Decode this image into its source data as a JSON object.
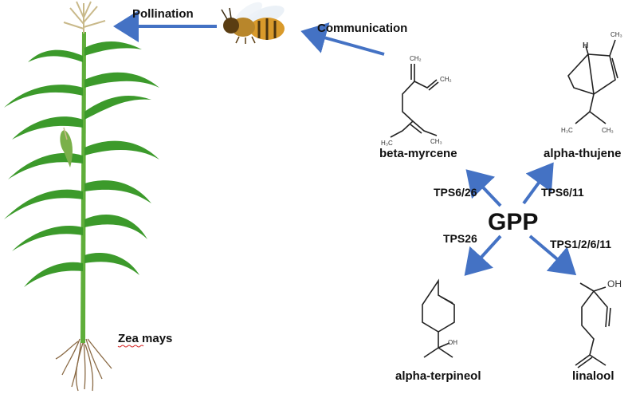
{
  "labels": {
    "pollination": "Pollination",
    "communication": "Communication",
    "zea_mays": "Zea mays",
    "gpp": "GPP",
    "beta_myrcene": "beta-myrcene",
    "alpha_thujene": "alpha-thujene",
    "alpha_terpineol": "alpha-terpineol",
    "linalool": "linalool"
  },
  "enzymes": {
    "to_beta_myrcene": "TPS6/26",
    "to_alpha_thujene": "TPS6/11",
    "to_alpha_terpineol": "TPS26",
    "to_linalool": "TPS1/2/6/11"
  },
  "atoms": {
    "ch2_a": "CH₂",
    "ch2_b": "CH₂",
    "h3c_myrcene": "H₃C",
    "ch3_myrcene": "CH₃",
    "ch3_thujene": "CH₃",
    "h_thujene": "H",
    "h3c_thujene": "H₃C",
    "ch3_thujene_b": "CH₃",
    "oh_terpineol": "OH",
    "oh_linalool": "OH"
  },
  "colors": {
    "arrow": "#4472c4",
    "leaf": "#3c9a2b",
    "stalk": "#5fae3a",
    "tassel": "#c9b98a",
    "root": "#8a6a45",
    "bee_body": "#d99a2b"
  }
}
